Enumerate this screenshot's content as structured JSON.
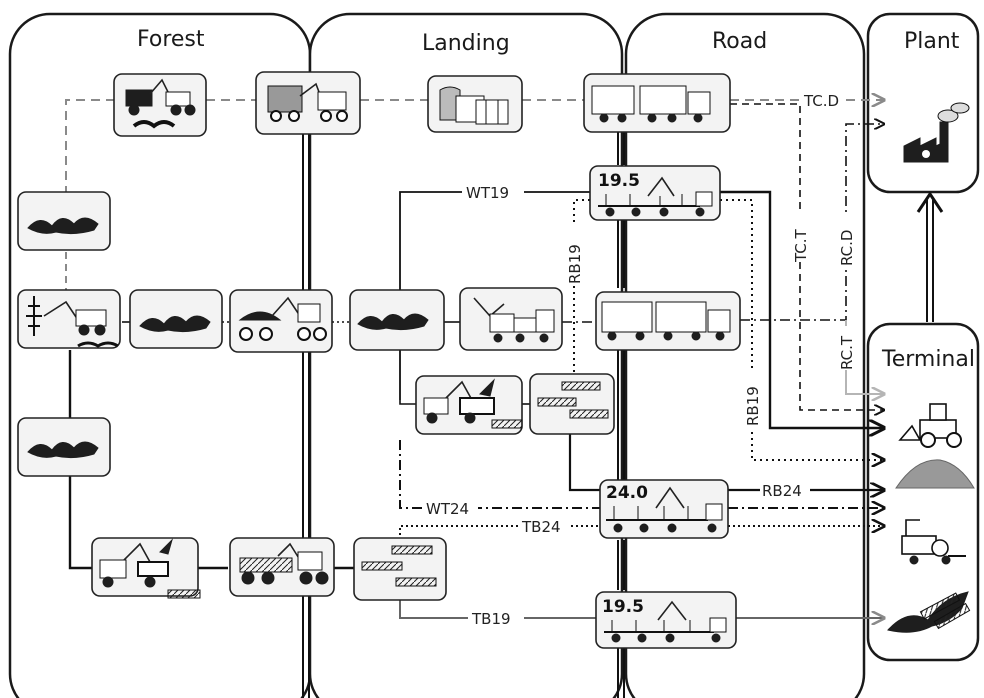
{
  "zones": {
    "forest": "Forest",
    "landing": "Landing",
    "road": "Road",
    "plant": "Plant",
    "terminal": "Terminal"
  },
  "flows": {
    "tc_d": "TC.D",
    "wt19": "WT19",
    "rb19_landing": "RB19",
    "tc_t": "TC.T",
    "rc_d": "RC.D",
    "rc_t": "RC.T",
    "rb19_road": "RB19",
    "rb24": "RB24",
    "wt24": "WT24",
    "tb24": "TB24",
    "tb19": "TB19"
  },
  "truck_badges": {
    "truck_19_5_top": "19.5",
    "truck_24_0": "24.0",
    "truck_19_5_bottom": "19.5"
  },
  "icons": {
    "forest_forwarder_chip": "forwarder-icon",
    "plant_factory": "factory-icon",
    "terminal_loader": "wheel-loader-icon",
    "terminal_pile": "fuel-pile-icon",
    "terminal_chipper": "mobile-chipper-icon",
    "terminal_bundles": "bundle-pile-icon"
  },
  "colors": {
    "line_dark": "#111111",
    "line_grey": "#8a8a8a",
    "line_light": "#b5b5b5",
    "box_fill": "#f3f3f3"
  }
}
